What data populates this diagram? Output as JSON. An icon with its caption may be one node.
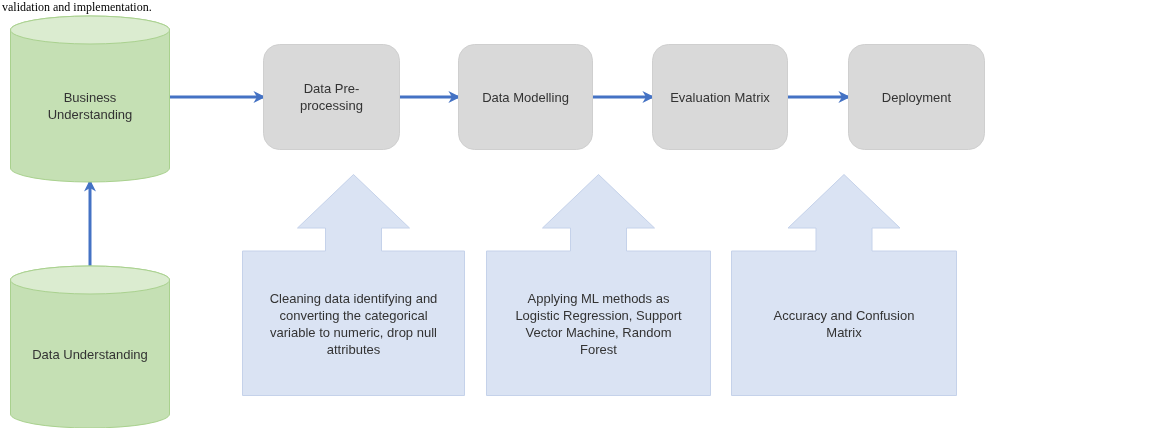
{
  "diagram": {
    "nodes": [
      {
        "text": [
          "Business Understanding"
        ]
      },
      {
        "text": [
          "Data Pre-processing"
        ]
      },
      {
        "text": [
          "Data Modelling"
        ]
      },
      {
        "text": [
          "Evaluation Matrix"
        ]
      },
      {
        "text": [
          "Deployment"
        ]
      },
      {
        "text": [
          "Data Understanding"
        ]
      },
      {
        "text": [
          "Cleaning data identifying and converting the categorical variable to numeric, drop null attributes"
        ]
      },
      {
        "text": [
          "Applying ML methods as Logistic Regression, Support Vector Machine, Random Forest"
        ]
      },
      {
        "text": [
          "Accuracy and Confusion Matrix"
        ]
      }
    ],
    "edges": [
      {
        "from": 5,
        "to": 0,
        "arrow": "to"
      },
      {
        "from": 0,
        "to": 1,
        "arrow": "to"
      },
      {
        "from": 1,
        "to": 2,
        "arrow": "to"
      },
      {
        "from": 2,
        "to": 3,
        "arrow": "to"
      },
      {
        "from": 3,
        "to": 4,
        "arrow": "to"
      }
    ],
    "labels": [
      "validation and implementation."
    ]
  }
}
